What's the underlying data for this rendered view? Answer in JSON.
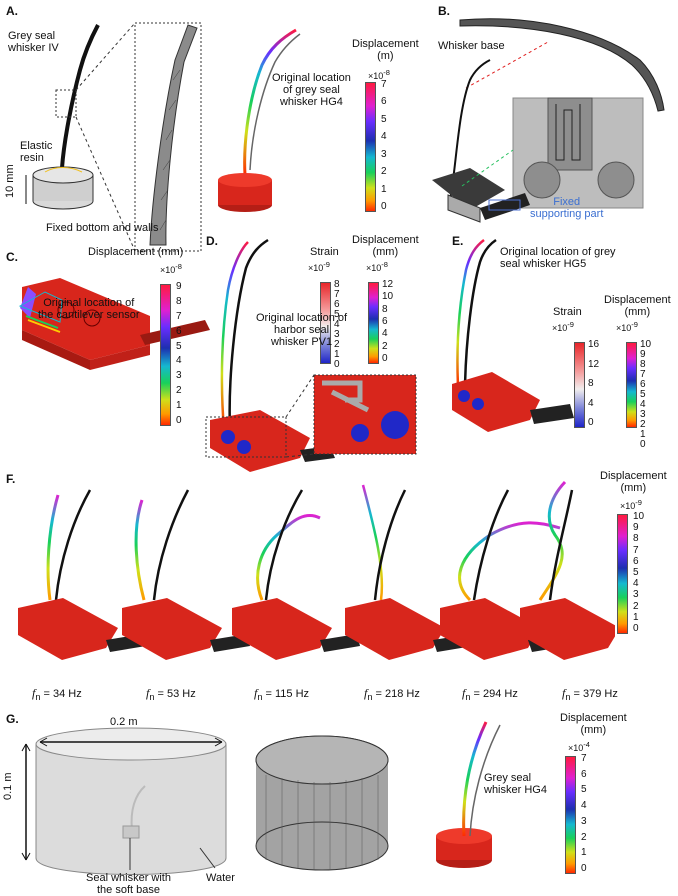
{
  "panels": {
    "a": {
      "label": "A.",
      "whisker_label": "Grey seal\nwhisker IV",
      "resin_label": "Elastic\nresin",
      "scale_label": "10 mm",
      "fixed_label": "Fixed bottom and walls",
      "original_label": "Original location\nof grey seal\nwhisker HG4",
      "cbar_title": "Displacement\n(m)",
      "cbar_mult": "×10",
      "cbar_exp": "-8",
      "cbar_ticks": [
        "7",
        "6",
        "5",
        "4",
        "3",
        "2",
        "1",
        "0"
      ]
    },
    "b": {
      "label": "B.",
      "base_label": "Whisker base",
      "fixed_label": "Fixed\nsupporting part"
    },
    "c": {
      "label": "C.",
      "cbar_title": "Displacement (mm)",
      "cbar_mult": "×10",
      "cbar_exp": "-8",
      "cbar_ticks": [
        "9",
        "8",
        "7",
        "6",
        "5",
        "4",
        "3",
        "2",
        "1",
        "0"
      ],
      "original_label": "Original location of\nthe cantilever sensor"
    },
    "d": {
      "label": "D.",
      "strain_title": "Strain",
      "disp_title": "Displacement\n(mm)",
      "strain_mult": "×10",
      "strain_exp": "-9",
      "disp_mult": "×10",
      "disp_exp": "-8",
      "strain_ticks": [
        "8",
        "7",
        "6",
        "5",
        "4",
        "3",
        "2",
        "1",
        "0"
      ],
      "disp_ticks": [
        "12",
        "10",
        "8",
        "6",
        "4",
        "2",
        "0"
      ],
      "original_label": "Original location of\nharbor seal\nwhisker PV1"
    },
    "e": {
      "label": "E.",
      "original_label": "Original location of grey\nseal whisker HG5",
      "strain_title": "Strain",
      "disp_title": "Displacement\n(mm)",
      "strain_mult": "×10",
      "strain_exp": "-9",
      "disp_mult": "×10",
      "disp_exp": "-9",
      "strain_ticks": [
        "16",
        "12",
        "8",
        "4",
        "0"
      ],
      "disp_ticks": [
        "10",
        "9",
        "8",
        "7",
        "6",
        "5",
        "4",
        "3",
        "2",
        "1",
        "0"
      ]
    },
    "f": {
      "label": "F.",
      "cbar_title": "Displacement\n(mm)",
      "cbar_mult": "×10",
      "cbar_exp": "-9",
      "cbar_ticks": [
        "10",
        "9",
        "8",
        "7",
        "6",
        "5",
        "4",
        "3",
        "2",
        "1",
        "0"
      ],
      "freq_symbol": "f",
      "freq_sub": "n",
      "freqs": [
        "= 34 Hz",
        "= 53 Hz",
        "= 115 Hz",
        "= 218 Hz",
        "= 294 Hz",
        "= 379 Hz"
      ]
    },
    "g": {
      "label": "G.",
      "width_label": "0.2 m",
      "height_label": "0.1 m",
      "whisker_label": "Seal whisker with\nthe soft base",
      "water_label": "Water",
      "cbar_title": "Displacement\n(mm)",
      "cbar_mult": "×10",
      "cbar_exp": "-4",
      "cbar_ticks": [
        "7",
        "6",
        "5",
        "4",
        "3",
        "2",
        "1",
        "0"
      ],
      "hg4_label": "Grey seal\nwhisker HG4"
    }
  },
  "colors": {
    "sensor_red": "#d8261c",
    "accent_blue": "#3b6fd1",
    "mesh": "#444444"
  }
}
